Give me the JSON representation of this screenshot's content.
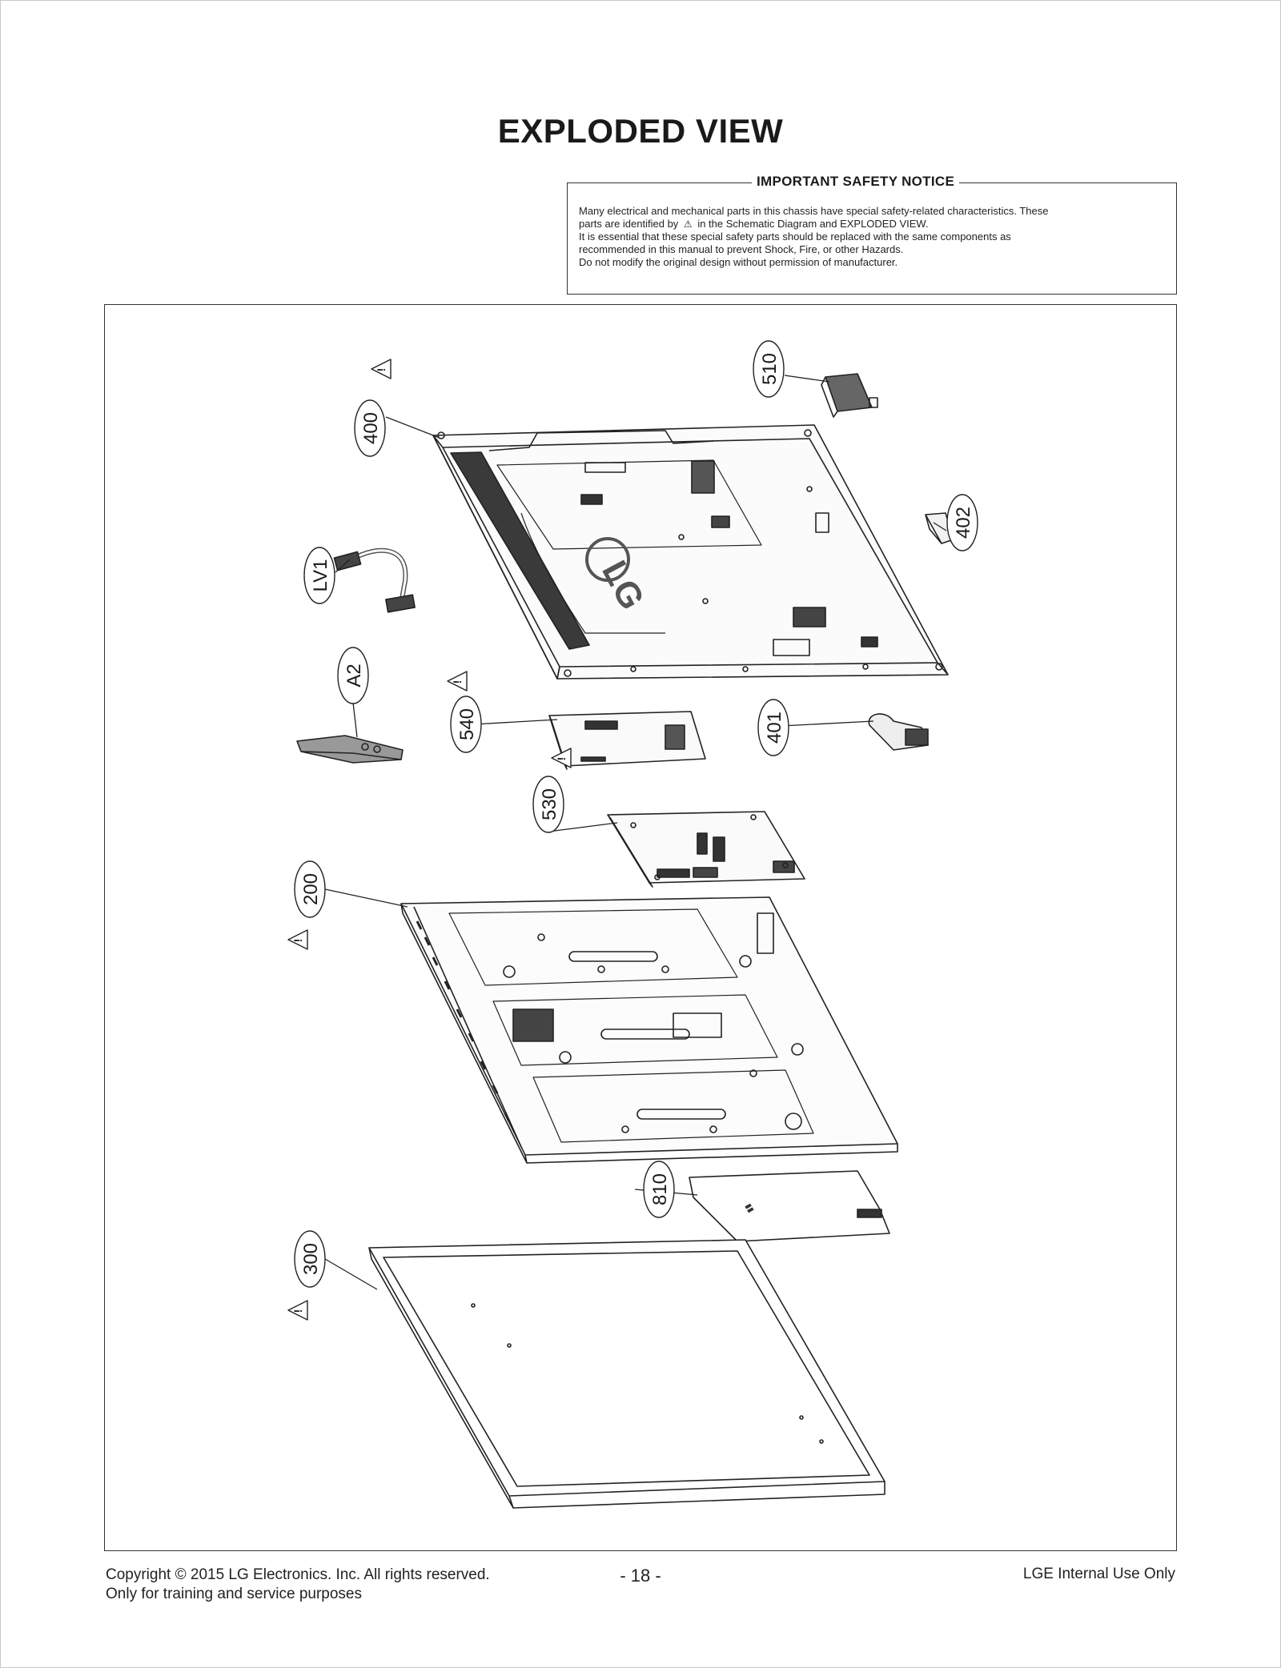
{
  "page": {
    "title": "EXPLODED VIEW"
  },
  "notice": {
    "title": "IMPORTANT SAFETY NOTICE",
    "line1": "Many electrical and mechanical parts in this chassis have special safety-related characteristics. These",
    "line2_before": "parts are identified by",
    "line2_symbol": "⚠",
    "line2_after": "in the Schematic Diagram and EXPLODED VIEW.",
    "line3": "It is essential that these special safety parts should be replaced with the same components as",
    "line4": "recommended in this manual to prevent Shock, Fire, or other Hazards.",
    "line5": "Do not modify the original design without permission of manufacturer."
  },
  "diagram": {
    "labels": {
      "p510": "510",
      "p400": "400",
      "p402": "402",
      "lv1": "LV1",
      "a2": "A2",
      "p540": "540",
      "p401": "401",
      "p530": "530",
      "p200": "200",
      "p810": "810",
      "p300": "300"
    },
    "warning_symbol": "!"
  },
  "footer": {
    "copyright": "Copyright  © 2015  LG Electronics. Inc. All rights reserved.",
    "purpose": "Only for training and service purposes",
    "page_number": "- 18 -",
    "internal": "LGE Internal Use Only"
  }
}
